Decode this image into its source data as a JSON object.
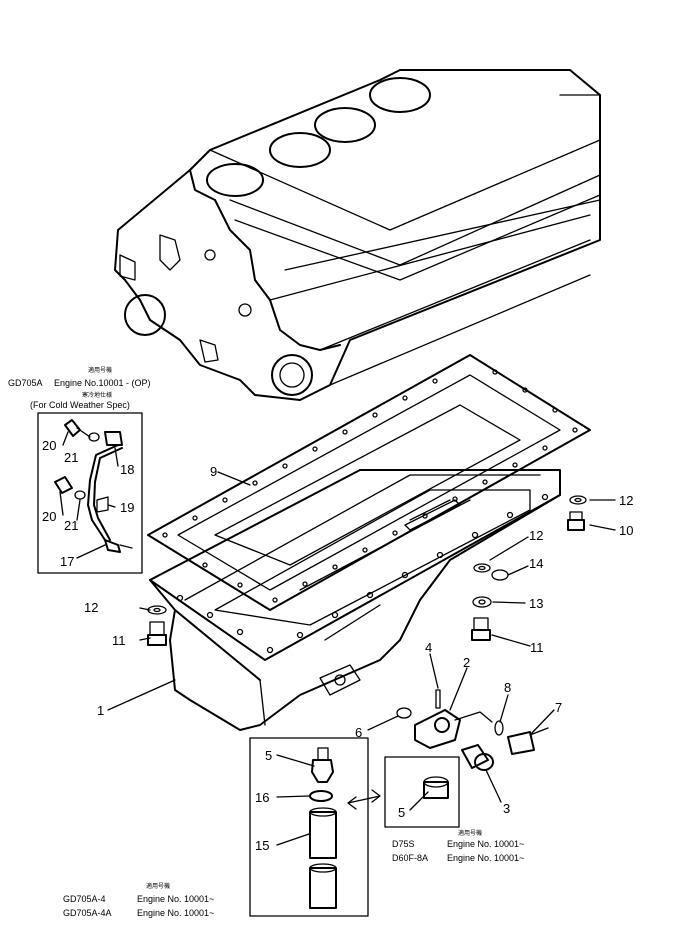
{
  "callouts": {
    "c1": "1",
    "c2": "2",
    "c3": "3",
    "c4": "4",
    "c5a": "5",
    "c5b": "5",
    "c6": "6",
    "c7": "7",
    "c8": "8",
    "c9": "9",
    "c10": "10",
    "c11a": "11",
    "c11b": "11",
    "c12a": "12",
    "c12b": "12",
    "c12c": "12",
    "c13": "13",
    "c14": "14",
    "c15": "15",
    "c16": "16",
    "c17": "17",
    "c18": "18",
    "c19": "19",
    "c20a": "20",
    "c20b": "20",
    "c21a": "21",
    "c21b": "21"
  },
  "notes": {
    "op": {
      "applicable_jp": "適用号機",
      "model": "GD705A",
      "engine": "Engine No.10001 - (OP)",
      "spec_jp": "寒冷地仕様",
      "spec_en": "(For Cold Weather Spec)"
    },
    "d75s": {
      "applicable_jp": "適用号機",
      "row1_model": "D75S",
      "row1_engine": "Engine No. 10001~",
      "row2_model": "D60F-8A",
      "row2_engine": "Engine No. 10001~"
    },
    "gd705a": {
      "applicable_jp": "適用号機",
      "row1_model": "GD705A-4",
      "row1_engine": "Engine No. 10001~",
      "row2_model": "GD705A-4A",
      "row2_engine": "Engine No. 10001~"
    }
  }
}
